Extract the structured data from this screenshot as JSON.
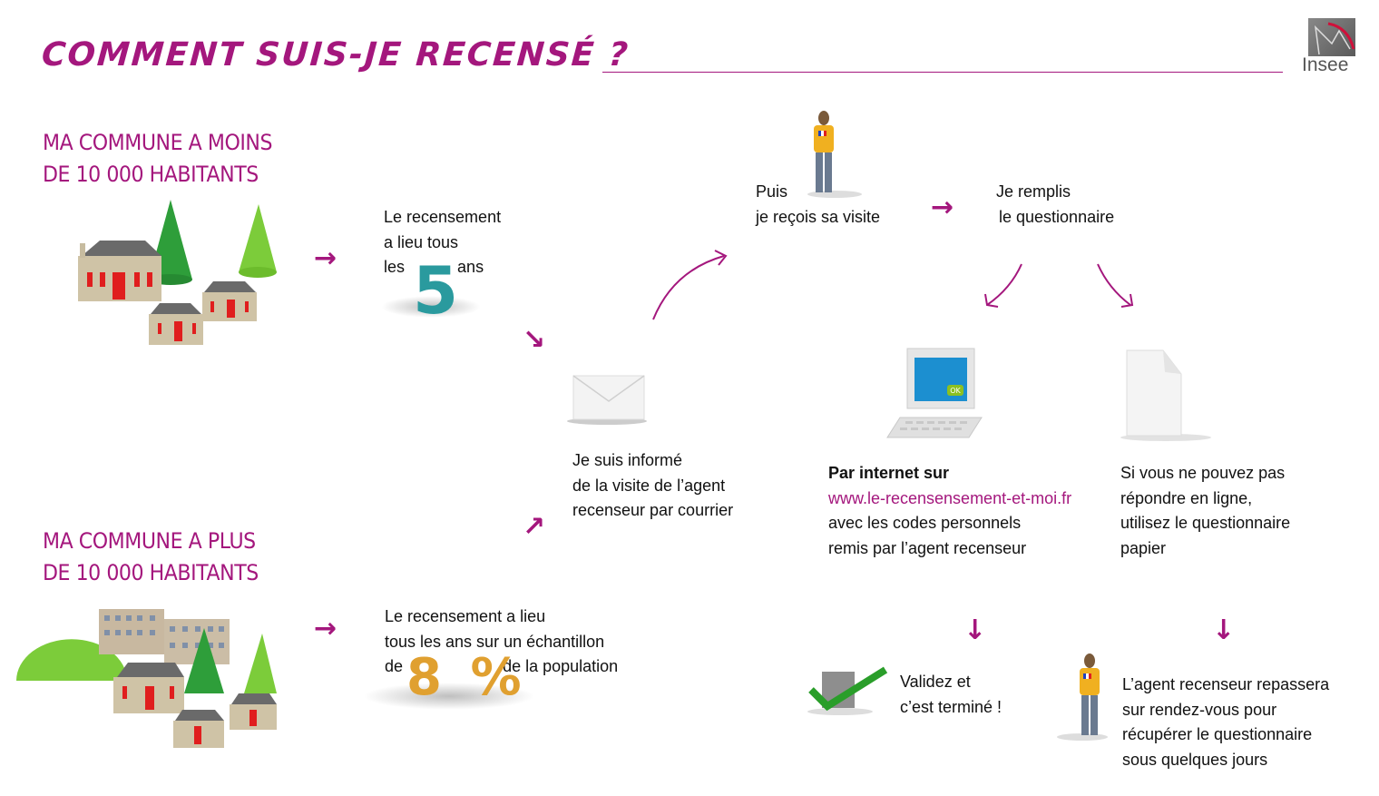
{
  "header": {
    "title": "COMMENT SUIS-JE RECENSÉ ?",
    "logo_text": "Insee",
    "accent_color": "#a4177d"
  },
  "small_commune": {
    "heading_line1": "MA COMMUNE A MOINS",
    "heading_line2": "DE 10 000 HABITANTS",
    "illustration": "houses-and-trees-icon",
    "desc_line1": "Le recensement",
    "desc_line2": "a lieu tous",
    "desc_line3_pre": "les",
    "desc_number": "5",
    "desc_line3_post": "ans"
  },
  "large_commune": {
    "heading_line1": "MA COMMUNE A PLUS",
    "heading_line2": "DE 10 000 HABITANTS",
    "illustration": "town-with-buildings-icon",
    "desc_line1": "Le recensement a lieu",
    "desc_line2": "tous les ans sur un échantillon",
    "desc_line3_pre": "de",
    "desc_number": "8 %",
    "desc_line3_post": "de la population"
  },
  "letter_step": {
    "icon": "envelope-icon",
    "line1": "Je suis informé",
    "line2": "de la visite de l’agent",
    "line3": "recenseur par courrier"
  },
  "visit_step": {
    "icon": "census-agent-icon",
    "line1": "Puis",
    "line2": "je reçois sa visite"
  },
  "fill_step": {
    "line1": "Je remplis",
    "line2": "le questionnaire"
  },
  "internet_option": {
    "icon": "computer-icon",
    "line1": "Par internet sur",
    "url": "www.le-recensensement-et-moi.fr",
    "line3": "avec les codes personnels",
    "line4": "remis par l’agent recenseur"
  },
  "paper_option": {
    "icon": "paper-document-icon",
    "line1": "Si vous ne pouvez pas",
    "line2": "répondre en ligne,",
    "line3": "utilisez le questionnaire",
    "line4": "papier"
  },
  "internet_result": {
    "icon": "checkmark-icon",
    "line1": "Validez et",
    "line2": "c’est terminé !"
  },
  "paper_result": {
    "icon": "census-agent-icon",
    "line1": "L’agent recenseur repassera",
    "line2": "sur rendez-vous pour",
    "line3": "récupérer le questionnaire",
    "line4": "sous quelques jours"
  },
  "arrows": {
    "right": "→",
    "down": "↓",
    "down_right": "↘",
    "up_right": "↗"
  }
}
